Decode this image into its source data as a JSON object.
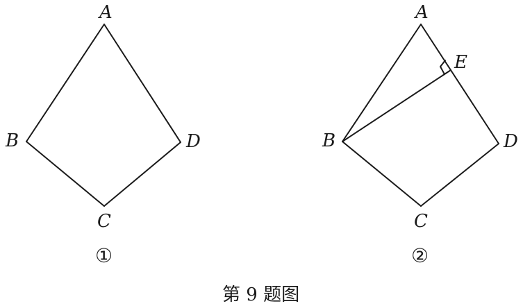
{
  "figure1": {
    "label_A": "A",
    "label_B": "B",
    "label_C": "C",
    "label_D": "D",
    "number": "①"
  },
  "figure2": {
    "label_A": "A",
    "label_B": "B",
    "label_C": "C",
    "label_D": "D",
    "label_E": "E",
    "number": "②"
  },
  "caption": "第 9 题图"
}
